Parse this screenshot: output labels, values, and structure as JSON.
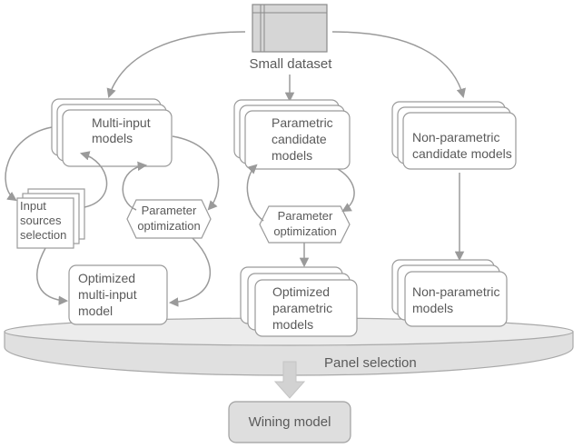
{
  "dataset": {
    "label": "Small dataset"
  },
  "branches": {
    "multi_input": {
      "candidate_label": "Multi-input\nmodels",
      "sources_label": "Input\nsources\nselection",
      "optimization_label": "Parameter\noptimization",
      "result_label": "Optimized\nmulti-input\nmodel"
    },
    "parametric": {
      "candidate_label": "Parametric\ncandidate\nmodels",
      "optimization_label": "Parameter\noptimization",
      "result_label": "Optimized\nparametric\nmodels"
    },
    "non_parametric": {
      "candidate_label": "Non-parametric\ncandidate models",
      "result_label": "Non-parametric\nmodels"
    }
  },
  "panel": {
    "label": "Panel selection"
  },
  "output": {
    "label": "Wining model"
  },
  "colors": {
    "stroke": "#9a9a9a",
    "text": "#5a5a5a",
    "panel_fill": "#e6e6e6",
    "dataset_fill": "#d6d6d6",
    "output_fill": "#dedede",
    "thick_arrow": "#d2d2d2"
  }
}
